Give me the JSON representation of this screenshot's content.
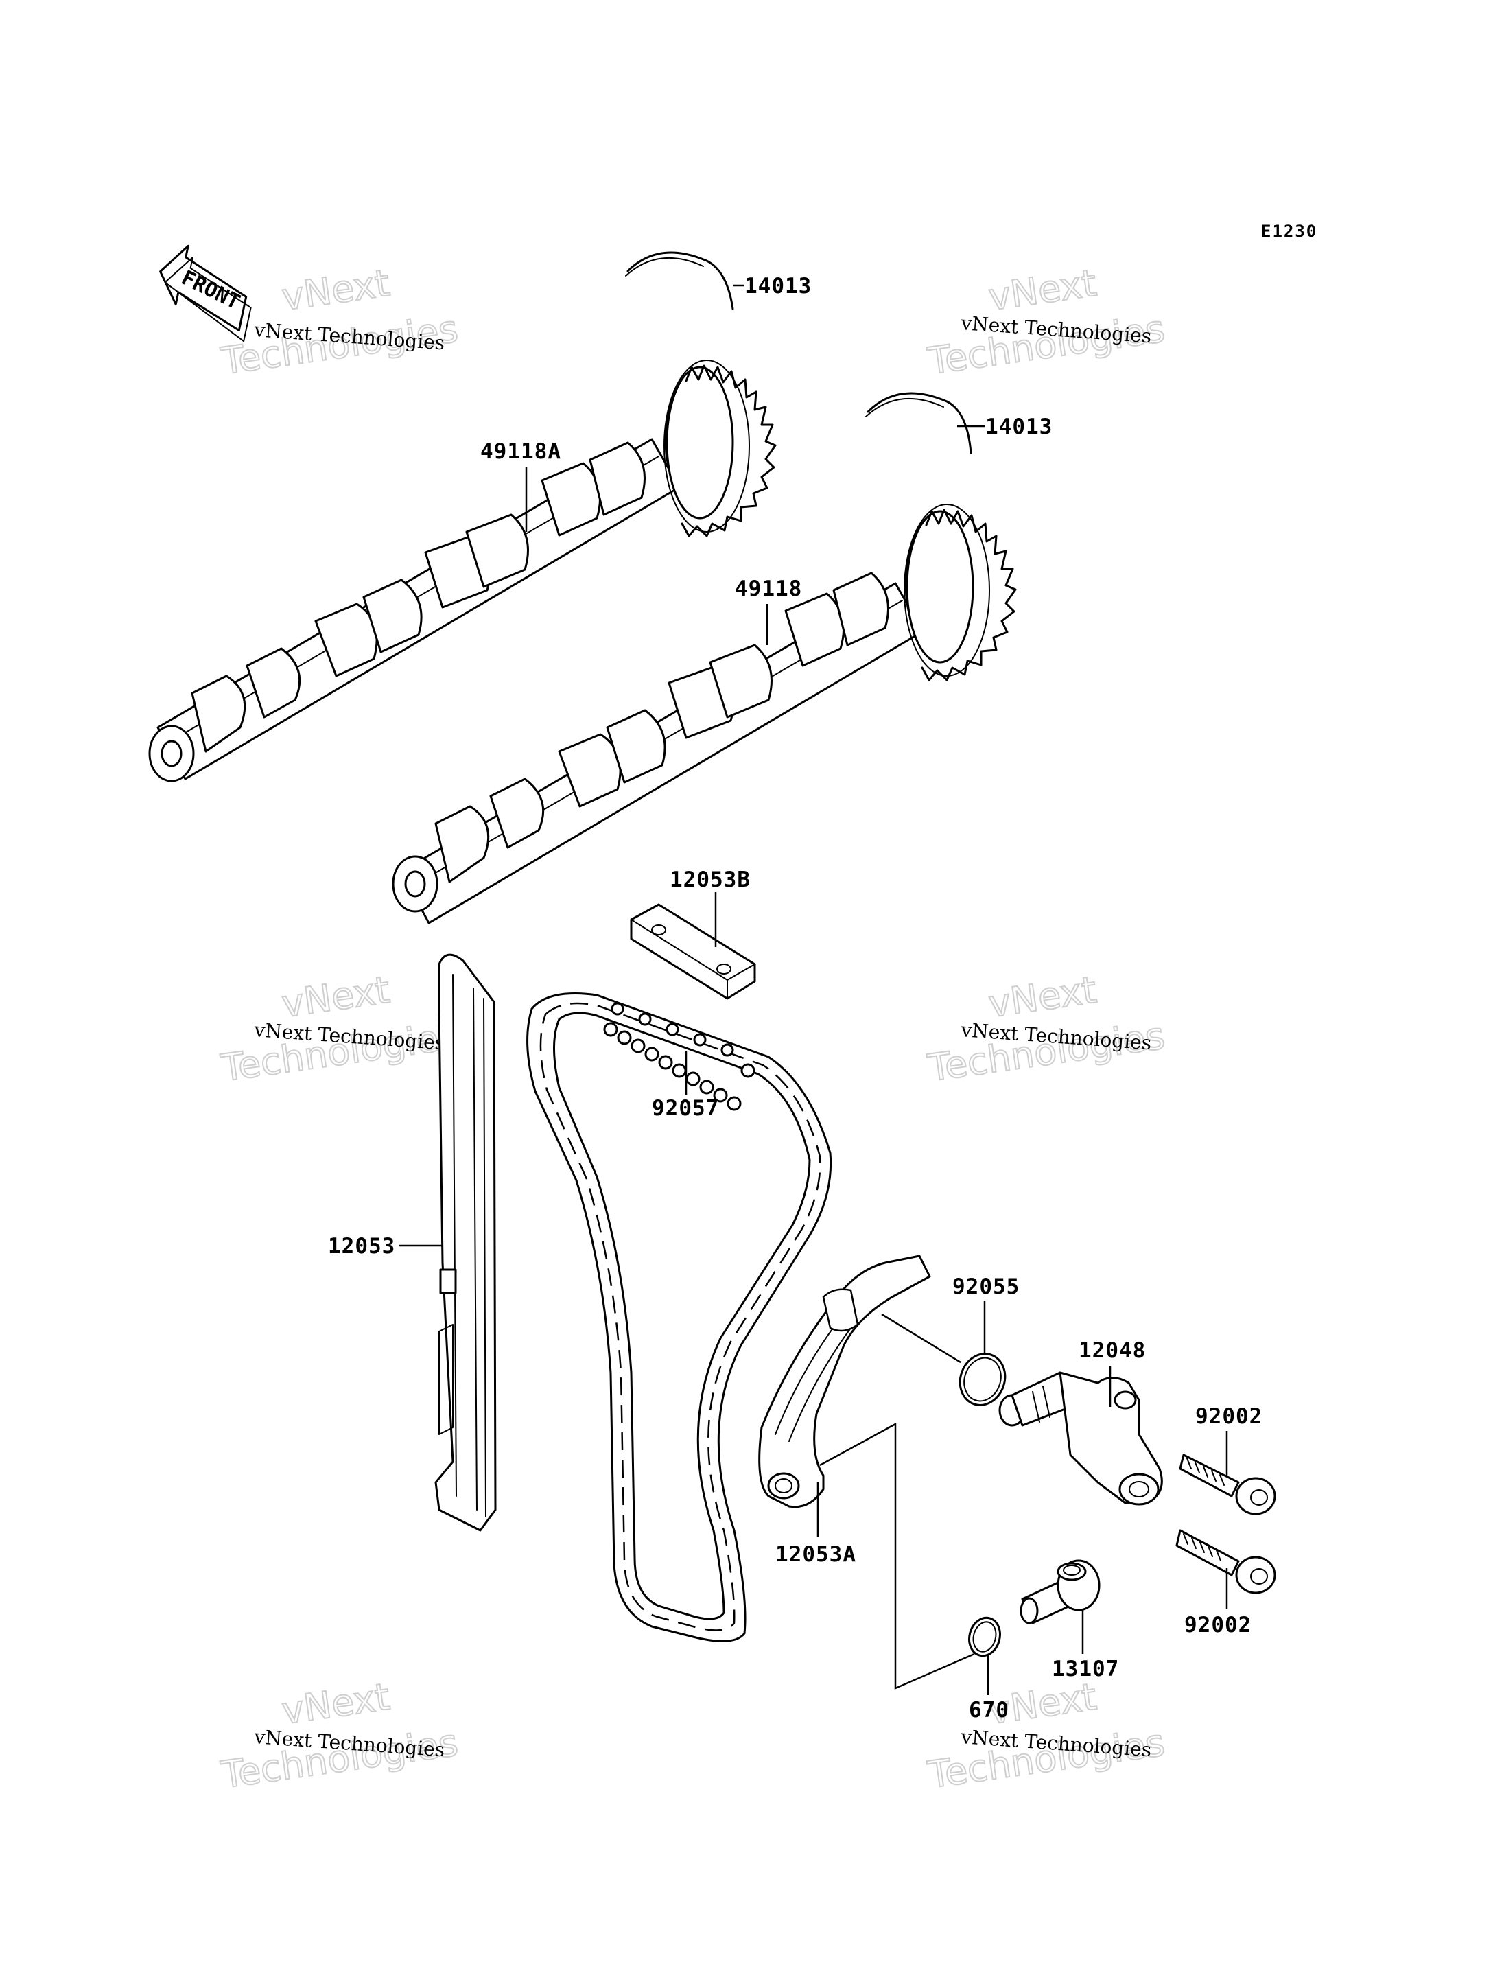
{
  "diagram": {
    "code": "E1230",
    "front_label": "FRONT",
    "watermark": {
      "line1": "vNext Technologies",
      "line2": "vNext",
      "line3": "Technologies"
    },
    "parts": [
      {
        "number": "14013"
      },
      {
        "number": "14013"
      },
      {
        "number": "49118A"
      },
      {
        "number": "49118"
      },
      {
        "number": "12053B"
      },
      {
        "number": "92057"
      },
      {
        "number": "12053"
      },
      {
        "number": "92055"
      },
      {
        "number": "12048"
      },
      {
        "number": "92002"
      },
      {
        "number": "92002"
      },
      {
        "number": "12053A"
      },
      {
        "number": "13107"
      },
      {
        "number": "670"
      }
    ]
  }
}
